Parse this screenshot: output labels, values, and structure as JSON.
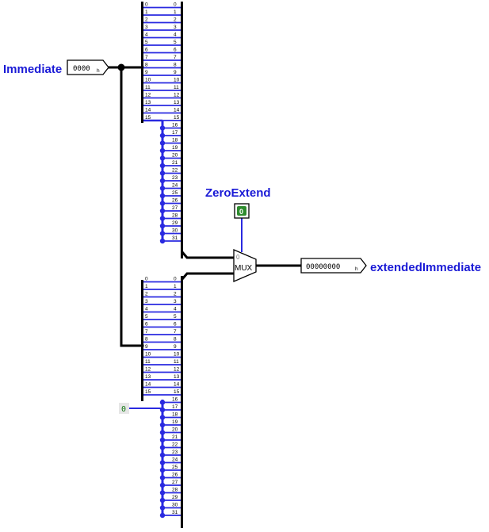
{
  "labels": {
    "immediate": "Immediate",
    "zero_extend": "ZeroExtend",
    "extended_immediate": "extendedImmediate"
  },
  "pins": {
    "immediate_value": "0000",
    "immediate_radix": "h",
    "output_value": "00000000",
    "output_radix": "h",
    "zero_extend_value": "0",
    "constant_value": "0"
  },
  "mux": {
    "label": "MUX",
    "select_label": "0"
  },
  "top_splitter": {
    "in_bits": [
      "0",
      "1",
      "2",
      "3",
      "4",
      "5",
      "6",
      "7",
      "8",
      "9",
      "10",
      "11",
      "12",
      "13",
      "14",
      "15"
    ],
    "out_bits": [
      "0",
      "1",
      "2",
      "3",
      "4",
      "5",
      "6",
      "7",
      "8",
      "9",
      "10",
      "11",
      "12",
      "13",
      "14",
      "15",
      "16",
      "17",
      "18",
      "19",
      "20",
      "21",
      "22",
      "23",
      "24",
      "25",
      "26",
      "27",
      "28",
      "29",
      "30",
      "31"
    ]
  },
  "bottom_splitter": {
    "in_bits": [
      "0",
      "1",
      "2",
      "3",
      "4",
      "5",
      "6",
      "7",
      "8",
      "9",
      "10",
      "11",
      "12",
      "13",
      "14",
      "15"
    ],
    "out_bits": [
      "0",
      "1",
      "2",
      "3",
      "4",
      "5",
      "6",
      "7",
      "8",
      "9",
      "10",
      "11",
      "12",
      "13",
      "14",
      "15",
      "16",
      "17",
      "18",
      "19",
      "20",
      "21",
      "22",
      "23",
      "24",
      "25",
      "26",
      "27",
      "28",
      "29",
      "30",
      "31"
    ]
  },
  "colors": {
    "wire_bus": "#000000",
    "wire_bit": "#2a2ae0",
    "label": "#1a1ad6",
    "splitter_bar": "#000000",
    "zero_box": "#2e8b2e"
  }
}
